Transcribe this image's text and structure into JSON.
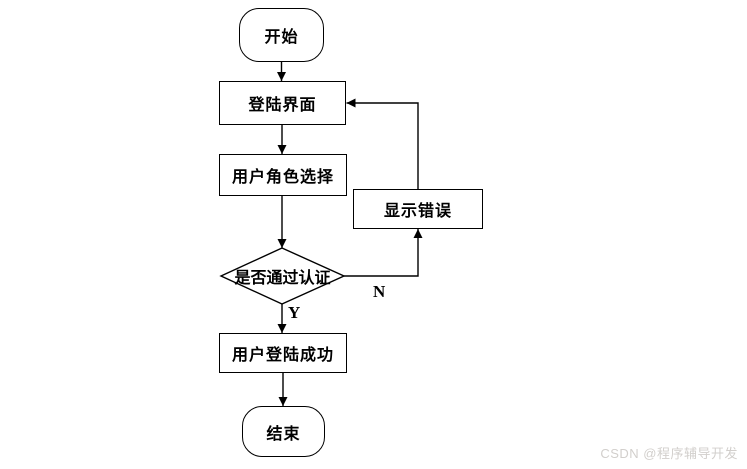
{
  "flowchart": {
    "nodes": {
      "start": {
        "label": "开始",
        "type": "terminator"
      },
      "login": {
        "label": "登陆界面",
        "type": "process"
      },
      "role": {
        "label": "用户角色选择",
        "type": "process"
      },
      "auth": {
        "label": "是否通过认证",
        "type": "decision"
      },
      "error": {
        "label": "显示错误",
        "type": "process"
      },
      "success": {
        "label": "用户登陆成功",
        "type": "process"
      },
      "end": {
        "label": "结束",
        "type": "terminator"
      }
    },
    "edges": [
      {
        "from": "start",
        "to": "login"
      },
      {
        "from": "login",
        "to": "role"
      },
      {
        "from": "role",
        "to": "auth"
      },
      {
        "from": "auth",
        "to": "success",
        "label": "Y"
      },
      {
        "from": "auth",
        "to": "error",
        "label": "N"
      },
      {
        "from": "error",
        "to": "login"
      },
      {
        "from": "success",
        "to": "end"
      }
    ],
    "edge_labels": {
      "yes": "Y",
      "no": "N"
    },
    "line_color": "#000000",
    "node_fill": "#ffffff"
  },
  "watermark": {
    "text": "CSDN @程序辅导开发",
    "color": "#d2cfcc"
  }
}
